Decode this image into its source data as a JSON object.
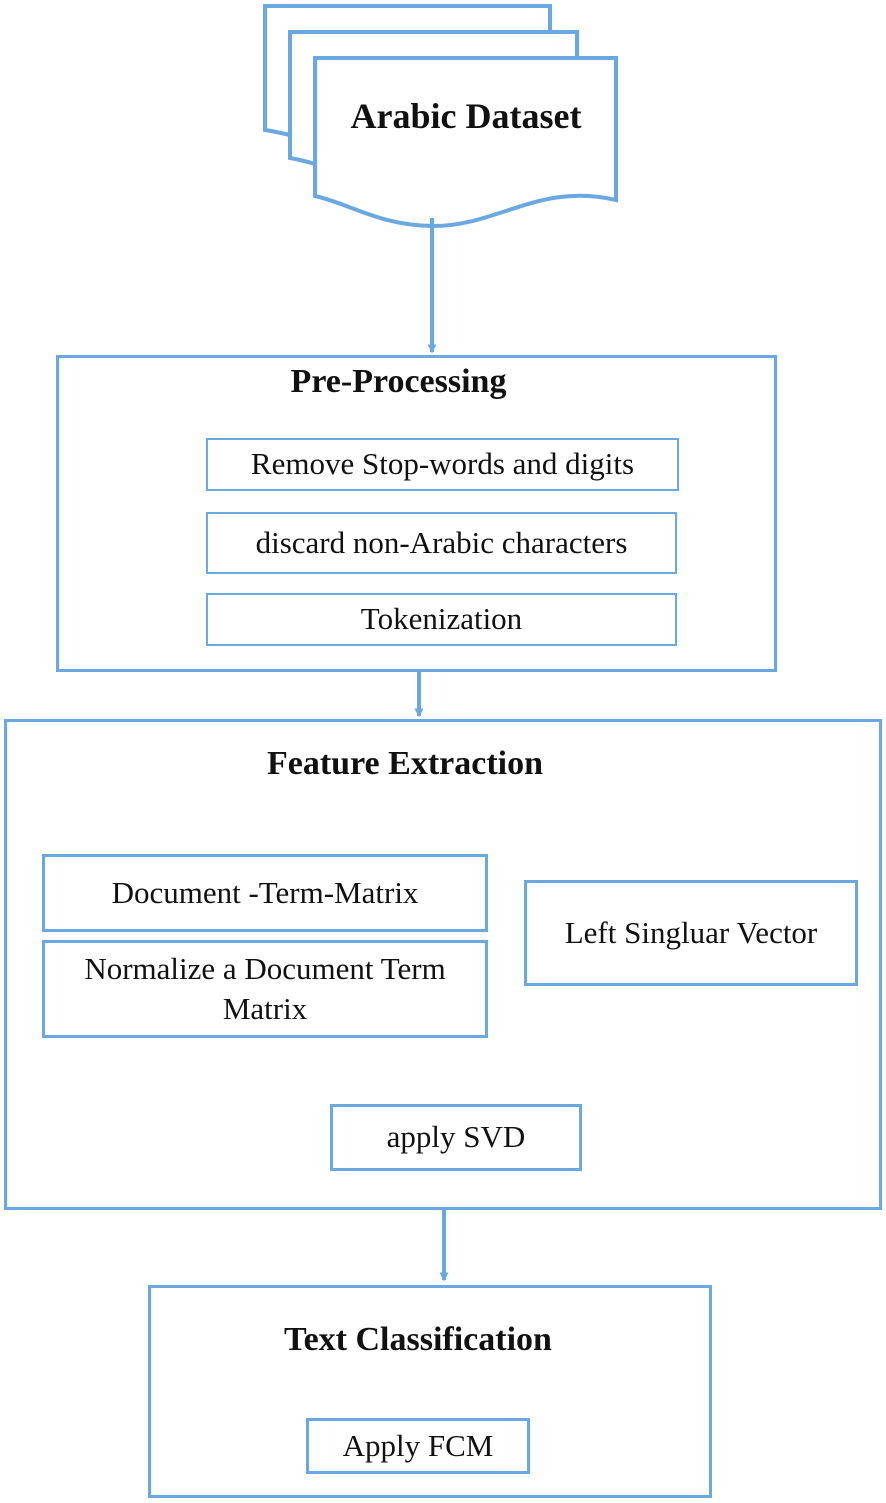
{
  "source": {
    "label": "Arabic Dataset"
  },
  "preprocessing": {
    "title": "Pre-Processing",
    "steps": [
      "Remove Stop-words and digits",
      "discard non-Arabic characters",
      "Tokenization"
    ]
  },
  "feature_extraction": {
    "title": "Feature Extraction",
    "dtm": "Document -Term-Matrix",
    "normalize": "Normalize a Document Term Matrix",
    "svd": "apply SVD",
    "lsv": "Left Singluar Vector"
  },
  "classification": {
    "title": "Text Classification",
    "step": "Apply FCM"
  },
  "colors": {
    "stroke": "#6aa8e3",
    "text": "#111111"
  }
}
